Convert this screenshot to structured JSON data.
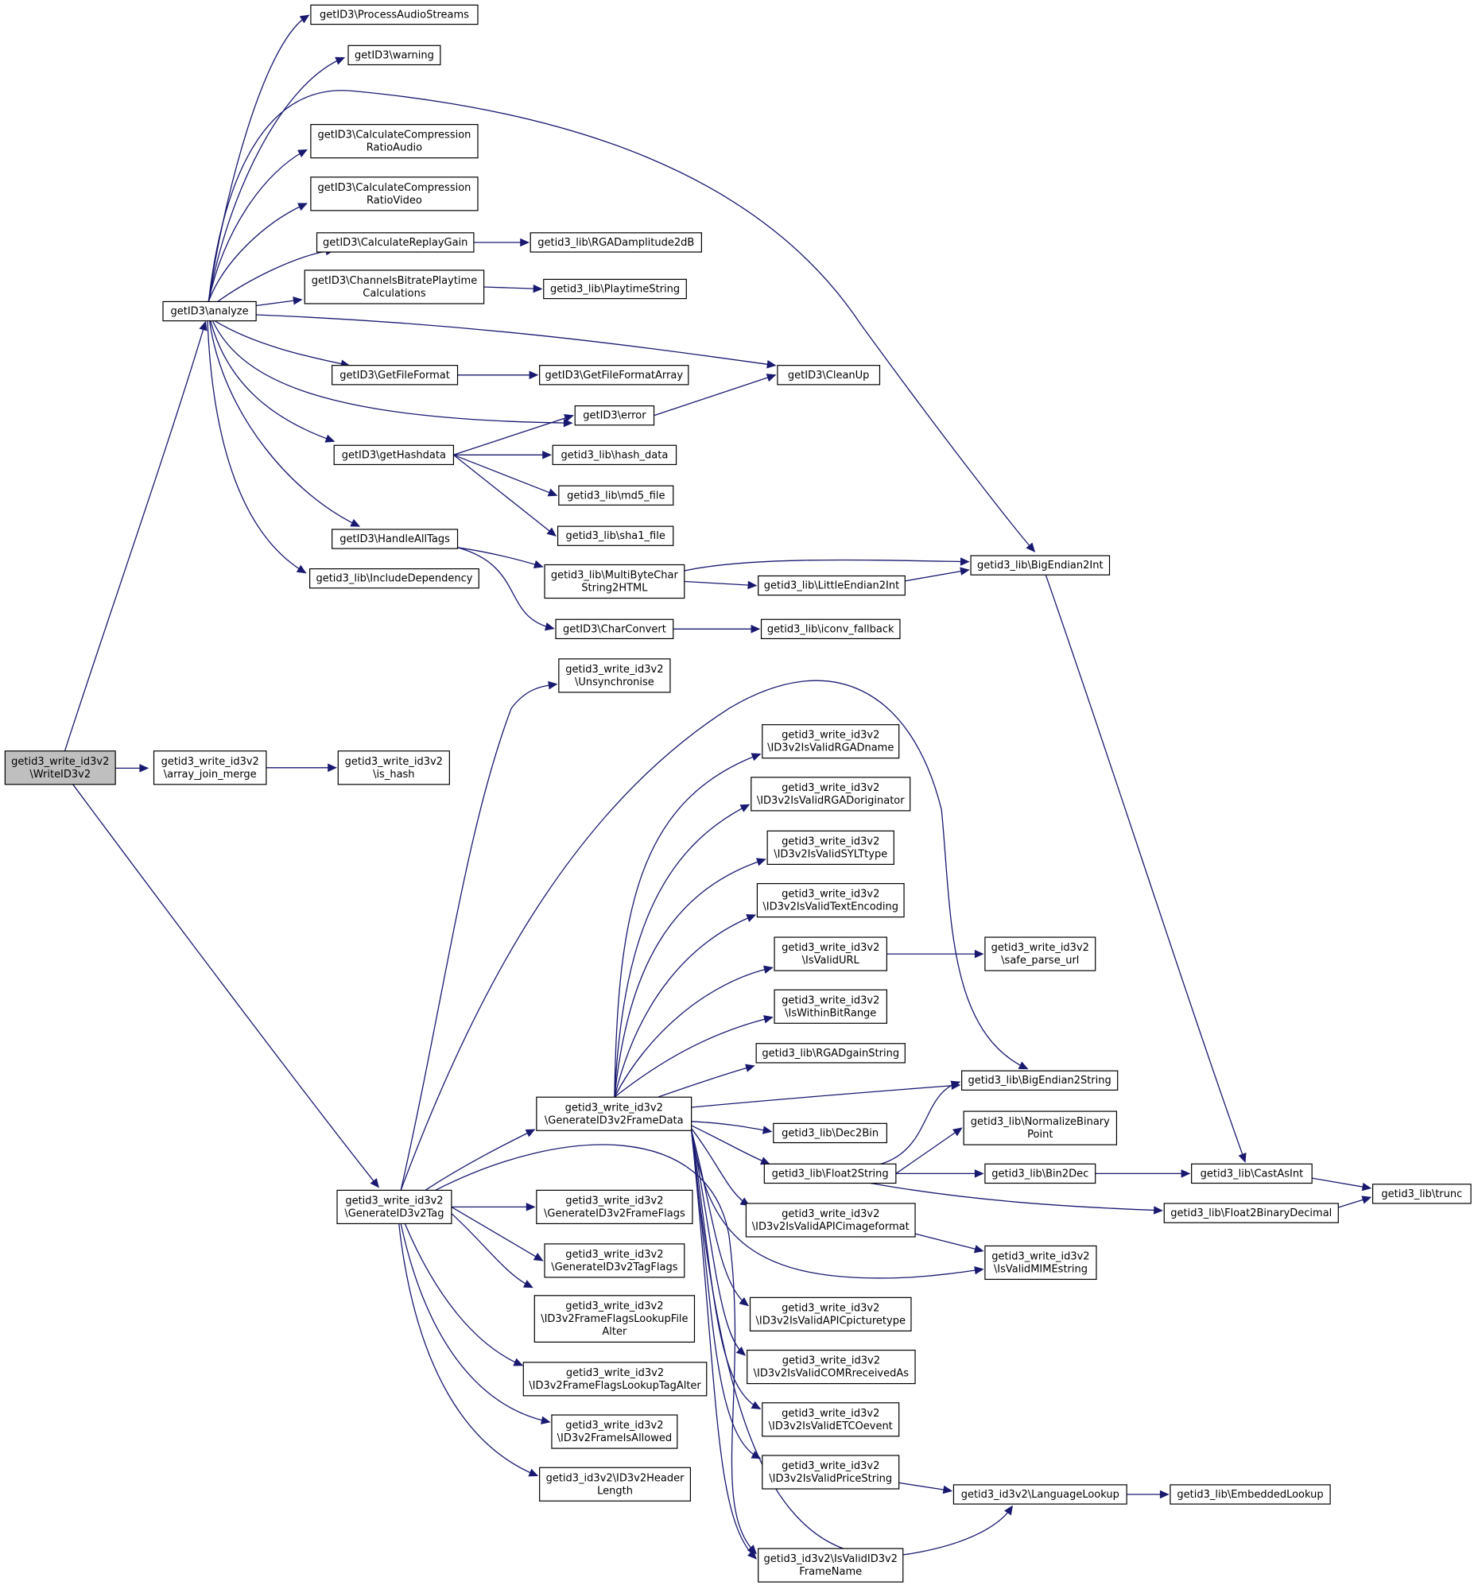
{
  "diagram": {
    "title": "",
    "edge_color": "#191970",
    "root_fill": "#bfbfbf",
    "nodes": [
      {
        "id": "root",
        "lines": [
          "getid3_write_id3v2",
          "\\WriteID3v2"
        ],
        "root": true
      },
      {
        "id": "analyze",
        "lines": [
          "getID3\\analyze"
        ]
      },
      {
        "id": "arrayjoin",
        "lines": [
          "getid3_write_id3v2",
          "\\array_join_merge"
        ]
      },
      {
        "id": "ishash",
        "lines": [
          "getid3_write_id3v2",
          "\\is_hash"
        ]
      },
      {
        "id": "genTag",
        "lines": [
          "getid3_write_id3v2",
          "\\GenerateID3v2Tag"
        ]
      },
      {
        "id": "pas",
        "lines": [
          "getID3\\ProcessAudioStreams"
        ]
      },
      {
        "id": "warning",
        "lines": [
          "getID3\\warning"
        ]
      },
      {
        "id": "ccra",
        "lines": [
          "getID3\\CalculateCompression",
          "RatioAudio"
        ]
      },
      {
        "id": "ccrv",
        "lines": [
          "getID3\\CalculateCompression",
          "RatioVideo"
        ]
      },
      {
        "id": "crg",
        "lines": [
          "getID3\\CalculateReplayGain"
        ]
      },
      {
        "id": "rgaamp",
        "lines": [
          "getid3_lib\\RGADamplitude2dB"
        ]
      },
      {
        "id": "cbpc",
        "lines": [
          "getID3\\ChannelsBitratePlaytime",
          "Calculations"
        ]
      },
      {
        "id": "playtime",
        "lines": [
          "getid3_lib\\PlaytimeString"
        ]
      },
      {
        "id": "gff",
        "lines": [
          "getID3\\GetFileFormat"
        ]
      },
      {
        "id": "gffa",
        "lines": [
          "getID3\\GetFileFormatArray"
        ]
      },
      {
        "id": "cleanup",
        "lines": [
          "getID3\\CleanUp"
        ]
      },
      {
        "id": "error",
        "lines": [
          "getID3\\error"
        ]
      },
      {
        "id": "ghash",
        "lines": [
          "getID3\\getHashdata"
        ]
      },
      {
        "id": "hashdata",
        "lines": [
          "getid3_lib\\hash_data"
        ]
      },
      {
        "id": "md5",
        "lines": [
          "getid3_lib\\md5_file"
        ]
      },
      {
        "id": "sha1",
        "lines": [
          "getid3_lib\\sha1_file"
        ]
      },
      {
        "id": "hat",
        "lines": [
          "getID3\\HandleAllTags"
        ]
      },
      {
        "id": "incdep",
        "lines": [
          "getid3_lib\\IncludeDependency"
        ]
      },
      {
        "id": "mbc",
        "lines": [
          "getid3_lib\\MultiByteChar",
          "String2HTML"
        ]
      },
      {
        "id": "le2i",
        "lines": [
          "getid3_lib\\LittleEndian2Int"
        ]
      },
      {
        "id": "be2i",
        "lines": [
          "getid3_lib\\BigEndian2Int"
        ]
      },
      {
        "id": "charconv",
        "lines": [
          "getID3\\CharConvert"
        ]
      },
      {
        "id": "iconv",
        "lines": [
          "getid3_lib\\iconv_fallback"
        ]
      },
      {
        "id": "unsync",
        "lines": [
          "getid3_write_id3v2",
          "\\Unsynchronise"
        ]
      },
      {
        "id": "vRGAname",
        "lines": [
          "getid3_write_id3v2",
          "\\ID3v2IsValidRGADname"
        ]
      },
      {
        "id": "vRGAorig",
        "lines": [
          "getid3_write_id3v2",
          "\\ID3v2IsValidRGADoriginator"
        ]
      },
      {
        "id": "vSYLT",
        "lines": [
          "getid3_write_id3v2",
          "\\ID3v2IsValidSYLTtype"
        ]
      },
      {
        "id": "vTextEnc",
        "lines": [
          "getid3_write_id3v2",
          "\\ID3v2IsValidTextEncoding"
        ]
      },
      {
        "id": "isURL",
        "lines": [
          "getid3_write_id3v2",
          "\\IsValidURL"
        ]
      },
      {
        "id": "safeurl",
        "lines": [
          "getid3_write_id3v2",
          "\\safe_parse_url"
        ]
      },
      {
        "id": "bitrange",
        "lines": [
          "getid3_write_id3v2",
          "\\IsWithinBitRange"
        ]
      },
      {
        "id": "rgagain",
        "lines": [
          "getid3_lib\\RGADgainString"
        ]
      },
      {
        "id": "be2s",
        "lines": [
          "getid3_lib\\BigEndian2String"
        ]
      },
      {
        "id": "genFD",
        "lines": [
          "getid3_write_id3v2",
          "\\GenerateID3v2FrameData"
        ]
      },
      {
        "id": "dec2bin",
        "lines": [
          "getid3_lib\\Dec2Bin"
        ]
      },
      {
        "id": "normbin",
        "lines": [
          "getid3_lib\\NormalizeBinary",
          "Point"
        ]
      },
      {
        "id": "f2s",
        "lines": [
          "getid3_lib\\Float2String"
        ]
      },
      {
        "id": "bin2dec",
        "lines": [
          "getid3_lib\\Bin2Dec"
        ]
      },
      {
        "id": "castint",
        "lines": [
          "getid3_lib\\CastAsInt"
        ]
      },
      {
        "id": "trunc",
        "lines": [
          "getid3_lib\\trunc"
        ]
      },
      {
        "id": "f2bd",
        "lines": [
          "getid3_lib\\Float2BinaryDecimal"
        ]
      },
      {
        "id": "vAPICimg",
        "lines": [
          "getid3_write_id3v2",
          "\\ID3v2IsValidAPICimageformat"
        ]
      },
      {
        "id": "mime",
        "lines": [
          "getid3_write_id3v2",
          "\\IsValidMIMEstring"
        ]
      },
      {
        "id": "genFF",
        "lines": [
          "getid3_write_id3v2",
          "\\GenerateID3v2FrameFlags"
        ]
      },
      {
        "id": "genTF",
        "lines": [
          "getid3_write_id3v2",
          "\\GenerateID3v2TagFlags"
        ]
      },
      {
        "id": "ffLookFile",
        "lines": [
          "getid3_write_id3v2",
          "\\ID3v2FrameFlagsLookupFile",
          "Alter"
        ]
      },
      {
        "id": "ffLookTag",
        "lines": [
          "getid3_write_id3v2",
          "\\ID3v2FrameFlagsLookupTagAlter"
        ]
      },
      {
        "id": "frameAllowed",
        "lines": [
          "getid3_write_id3v2",
          "\\ID3v2FrameIsAllowed"
        ]
      },
      {
        "id": "hdrlen",
        "lines": [
          "getid3_id3v2\\ID3v2Header",
          "Length"
        ]
      },
      {
        "id": "vAPICpic",
        "lines": [
          "getid3_write_id3v2",
          "\\ID3v2IsValidAPICpicturetype"
        ]
      },
      {
        "id": "vCOMR",
        "lines": [
          "getid3_write_id3v2",
          "\\ID3v2IsValidCOMRreceivedAs"
        ]
      },
      {
        "id": "vETCO",
        "lines": [
          "getid3_write_id3v2",
          "\\ID3v2IsValidETCOevent"
        ]
      },
      {
        "id": "vPrice",
        "lines": [
          "getid3_write_id3v2",
          "\\ID3v2IsValidPriceString"
        ]
      },
      {
        "id": "langlookup",
        "lines": [
          "getid3_id3v2\\LanguageLookup"
        ]
      },
      {
        "id": "embedded",
        "lines": [
          "getid3_lib\\EmbeddedLookup"
        ]
      },
      {
        "id": "validFrame",
        "lines": [
          "getid3_id3v2\\IsValidID3v2",
          "FrameName"
        ]
      }
    ],
    "edges": [
      [
        "root",
        "analyze"
      ],
      [
        "root",
        "arrayjoin"
      ],
      [
        "root",
        "genTag"
      ],
      [
        "arrayjoin",
        "ishash"
      ],
      [
        "analyze",
        "pas"
      ],
      [
        "analyze",
        "warning"
      ],
      [
        "analyze",
        "be2i"
      ],
      [
        "analyze",
        "ccra"
      ],
      [
        "analyze",
        "ccrv"
      ],
      [
        "analyze",
        "crg"
      ],
      [
        "analyze",
        "cbpc"
      ],
      [
        "analyze",
        "cleanup"
      ],
      [
        "analyze",
        "gff"
      ],
      [
        "analyze",
        "error"
      ],
      [
        "analyze",
        "ghash"
      ],
      [
        "analyze",
        "hat"
      ],
      [
        "analyze",
        "incdep"
      ],
      [
        "crg",
        "rgaamp"
      ],
      [
        "cbpc",
        "playtime"
      ],
      [
        "gff",
        "gffa"
      ],
      [
        "error",
        "cleanup"
      ],
      [
        "ghash",
        "error"
      ],
      [
        "ghash",
        "hashdata"
      ],
      [
        "ghash",
        "md5"
      ],
      [
        "ghash",
        "sha1"
      ],
      [
        "hat",
        "mbc"
      ],
      [
        "hat",
        "charconv"
      ],
      [
        "mbc",
        "be2i"
      ],
      [
        "mbc",
        "le2i"
      ],
      [
        "le2i",
        "be2i"
      ],
      [
        "charconv",
        "iconv"
      ],
      [
        "be2i",
        "castint"
      ],
      [
        "genTag",
        "unsync"
      ],
      [
        "genTag",
        "be2s"
      ],
      [
        "genTag",
        "genFD"
      ],
      [
        "genTag",
        "genFF"
      ],
      [
        "genTag",
        "genTF"
      ],
      [
        "genTag",
        "ffLookFile"
      ],
      [
        "genTag",
        "ffLookTag"
      ],
      [
        "genTag",
        "frameAllowed"
      ],
      [
        "genTag",
        "hdrlen"
      ],
      [
        "genTag",
        "validFrame"
      ],
      [
        "genFD",
        "vRGAname"
      ],
      [
        "genFD",
        "vRGAorig"
      ],
      [
        "genFD",
        "vSYLT"
      ],
      [
        "genFD",
        "vTextEnc"
      ],
      [
        "genFD",
        "isURL"
      ],
      [
        "genFD",
        "bitrange"
      ],
      [
        "genFD",
        "rgagain"
      ],
      [
        "genFD",
        "be2s"
      ],
      [
        "genFD",
        "dec2bin"
      ],
      [
        "genFD",
        "f2s"
      ],
      [
        "genFD",
        "vAPICimg"
      ],
      [
        "genFD",
        "mime"
      ],
      [
        "genFD",
        "vAPICpic"
      ],
      [
        "genFD",
        "vCOMR"
      ],
      [
        "genFD",
        "vETCO"
      ],
      [
        "genFD",
        "vPrice"
      ],
      [
        "genFD",
        "langlookup"
      ],
      [
        "genFD",
        "validFrame"
      ],
      [
        "isURL",
        "safeurl"
      ],
      [
        "f2s",
        "be2s"
      ],
      [
        "f2s",
        "normbin"
      ],
      [
        "f2s",
        "bin2dec"
      ],
      [
        "f2s",
        "f2bd"
      ],
      [
        "bin2dec",
        "castint"
      ],
      [
        "castint",
        "trunc"
      ],
      [
        "f2bd",
        "trunc"
      ],
      [
        "vAPICimg",
        "mime"
      ],
      [
        "vPrice",
        "langlookup"
      ],
      [
        "langlookup",
        "embedded"
      ]
    ]
  }
}
